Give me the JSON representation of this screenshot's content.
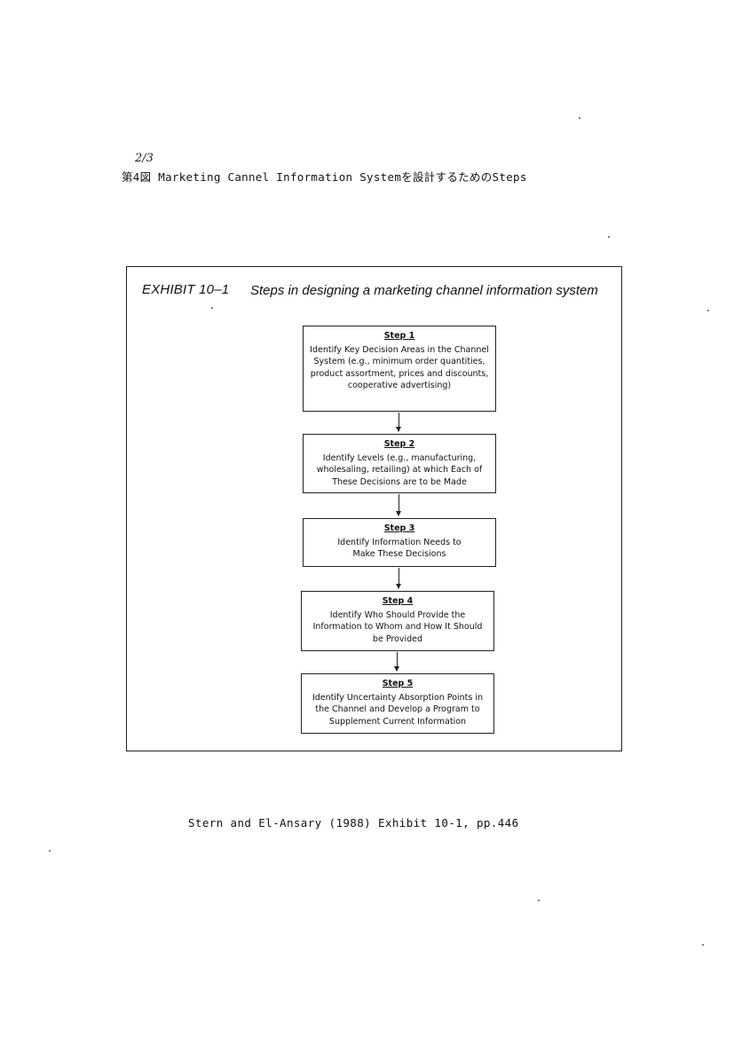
{
  "handwritten_mark": "2/3",
  "caption": "第4図  Marketing Cannel Information Systemを設計するためのSteps",
  "exhibit": {
    "label": "EXHIBIT 10–1",
    "title": "Steps in designing a marketing channel information system"
  },
  "steps": [
    {
      "title": "Step 1",
      "text": "Identify Key Decision Areas in the Channel System (e.g., minimum order quantities, product assortment, prices and discounts, cooperative advertising)"
    },
    {
      "title": "Step 2",
      "text": "Identify Levels (e.g., manufacturing, wholesaling, retailing) at which Each of These Decisions are to be Made"
    },
    {
      "title": "Step 3",
      "text": "Identify Information Needs to Make These Decisions"
    },
    {
      "title": "Step 4",
      "text": "Identify Who Should Provide the Information to Whom and How It Should be Provided"
    },
    {
      "title": "Step 5",
      "text": "Identify Uncertainty Absorption Points in the Channel and Develop a Program to Supplement Current Information"
    }
  ],
  "source": "Stern and El-Ansary (1988) Exhibit 10-1, pp.446"
}
